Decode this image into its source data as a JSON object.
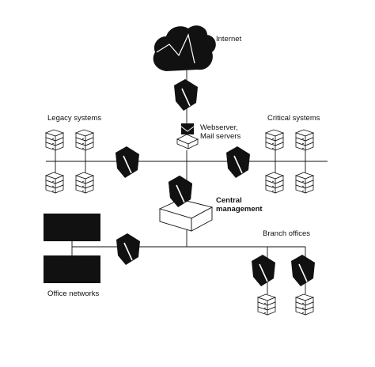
{
  "diagram": {
    "labels": {
      "internet": "Internet",
      "legacy_systems": "Legacy systems",
      "critical_systems": "Critical systems",
      "webserver_line1": "Webserver,",
      "webserver_line2": "Mail servers",
      "central_line1": "Central",
      "central_line2": "management",
      "branch_offices": "Branch offices",
      "office_networks": "Office networks"
    },
    "icons": [
      "cloud-icon",
      "firewall-icon",
      "server-stack-icon",
      "mail-server-icon",
      "management-box-icon",
      "network-panel-icon"
    ],
    "colors": {
      "ink": "#111111",
      "paper": "#ffffff"
    }
  }
}
